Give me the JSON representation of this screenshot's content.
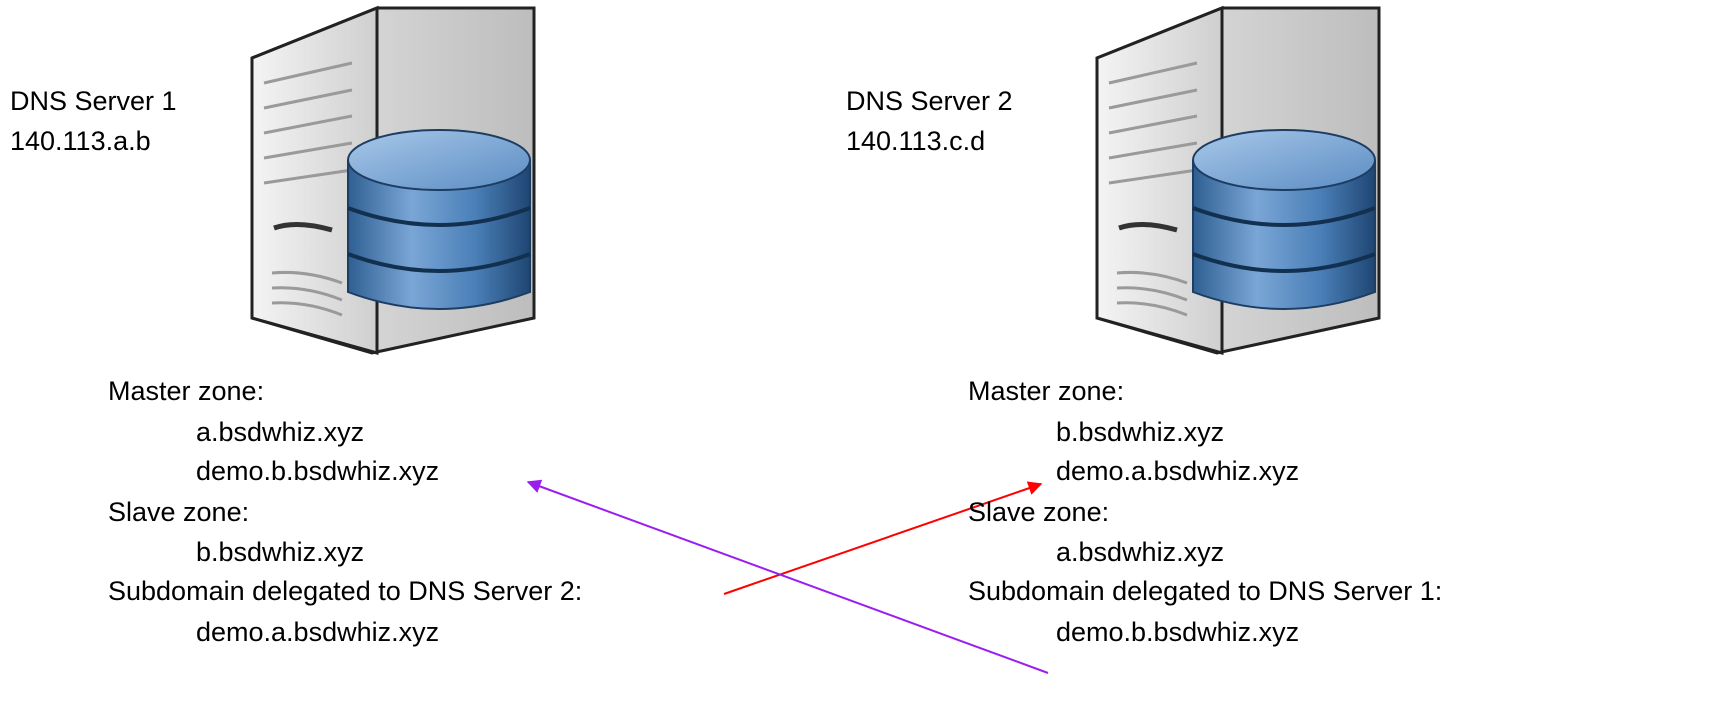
{
  "servers": [
    {
      "name": "DNS Server 1",
      "ip": "140.113.a.b",
      "master_label": "Master zone:",
      "master_zones": [
        "a.bsdwhiz.xyz",
        "demo.b.bsdwhiz.xyz"
      ],
      "slave_label": "Slave zone:",
      "slave_zones": [
        "b.bsdwhiz.xyz"
      ],
      "delegated_label": "Subdomain delegated to DNS Server 2:",
      "delegated_zones": [
        "demo.a.bsdwhiz.xyz"
      ]
    },
    {
      "name": "DNS Server 2",
      "ip": "140.113.c.d",
      "master_label": "Master zone:",
      "master_zones": [
        "b.bsdwhiz.xyz",
        "demo.a.bsdwhiz.xyz"
      ],
      "slave_label": "Slave zone:",
      "slave_zones": [
        "a.bsdwhiz.xyz"
      ],
      "delegated_label": "Subdomain delegated to DNS Server 1:",
      "delegated_zones": [
        "demo.b.bsdwhiz.xyz"
      ]
    }
  ],
  "arrow_colors": {
    "server1_to_server2": "#ff0000",
    "server2_to_server1": "#9a1ef0"
  }
}
